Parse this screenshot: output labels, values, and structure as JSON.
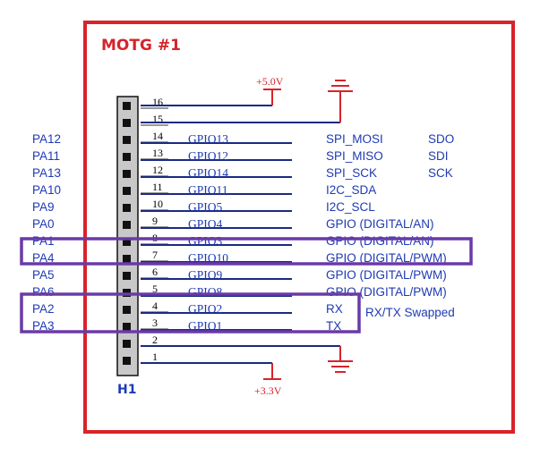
{
  "board_title": "MOTG #1",
  "header": {
    "label": "H1"
  },
  "power": {
    "top": "+5.0V",
    "bottom": "+3.3V"
  },
  "pins": [
    {
      "num": "16",
      "port": "",
      "gpio": "",
      "func": "",
      "alt": ""
    },
    {
      "num": "15",
      "port": "",
      "gpio": "",
      "func": "",
      "alt": ""
    },
    {
      "num": "14",
      "port": "PA12",
      "gpio": "GPIO13",
      "func": "SPI_MOSI",
      "alt": "SDO"
    },
    {
      "num": "13",
      "port": "PA11",
      "gpio": "GPIO12",
      "func": "SPI_MISO",
      "alt": "SDI"
    },
    {
      "num": "12",
      "port": "PA13",
      "gpio": "GPIO14",
      "func": "SPI_SCK",
      "alt": "SCK"
    },
    {
      "num": "11",
      "port": "PA10",
      "gpio": "GPIO11",
      "func": "I2C_SDA",
      "alt": ""
    },
    {
      "num": "10",
      "port": "PA9",
      "gpio": "GPIO5",
      "func": "I2C_SCL",
      "alt": ""
    },
    {
      "num": "9",
      "port": "PA0",
      "gpio": "GPIO4",
      "func": "GPIO (DIGITAL/AN)",
      "alt": ""
    },
    {
      "num": "8",
      "port": "PA1",
      "gpio": "GPIO3",
      "func": "GPIO (DIGITAL/AN)",
      "alt": ""
    },
    {
      "num": "7",
      "port": "PA4",
      "gpio": "GPIO10",
      "func": "GPIO (DIGITAL/PWM)",
      "alt": ""
    },
    {
      "num": "6",
      "port": "PA5",
      "gpio": "GPIO9",
      "func": "GPIO (DIGITAL/PWM)",
      "alt": ""
    },
    {
      "num": "5",
      "port": "PA6",
      "gpio": "GPIO8",
      "func": "GPIO (DIGITAL/PWM)",
      "alt": ""
    },
    {
      "num": "4",
      "port": "PA2",
      "gpio": "GPIO2",
      "func": "RX",
      "alt": ""
    },
    {
      "num": "3",
      "port": "PA3",
      "gpio": "GPIO1",
      "func": "TX",
      "alt": ""
    },
    {
      "num": "2",
      "port": "",
      "gpio": "",
      "func": "",
      "alt": ""
    },
    {
      "num": "1",
      "port": "",
      "gpio": "",
      "func": "",
      "alt": ""
    }
  ],
  "annotations": {
    "swap_note": "RX/TX Swapped"
  },
  "colors": {
    "frame": "#d8232a",
    "text": "#1e3ab4",
    "wire": "#1a2a80",
    "highlight": "#6a3aa8"
  }
}
